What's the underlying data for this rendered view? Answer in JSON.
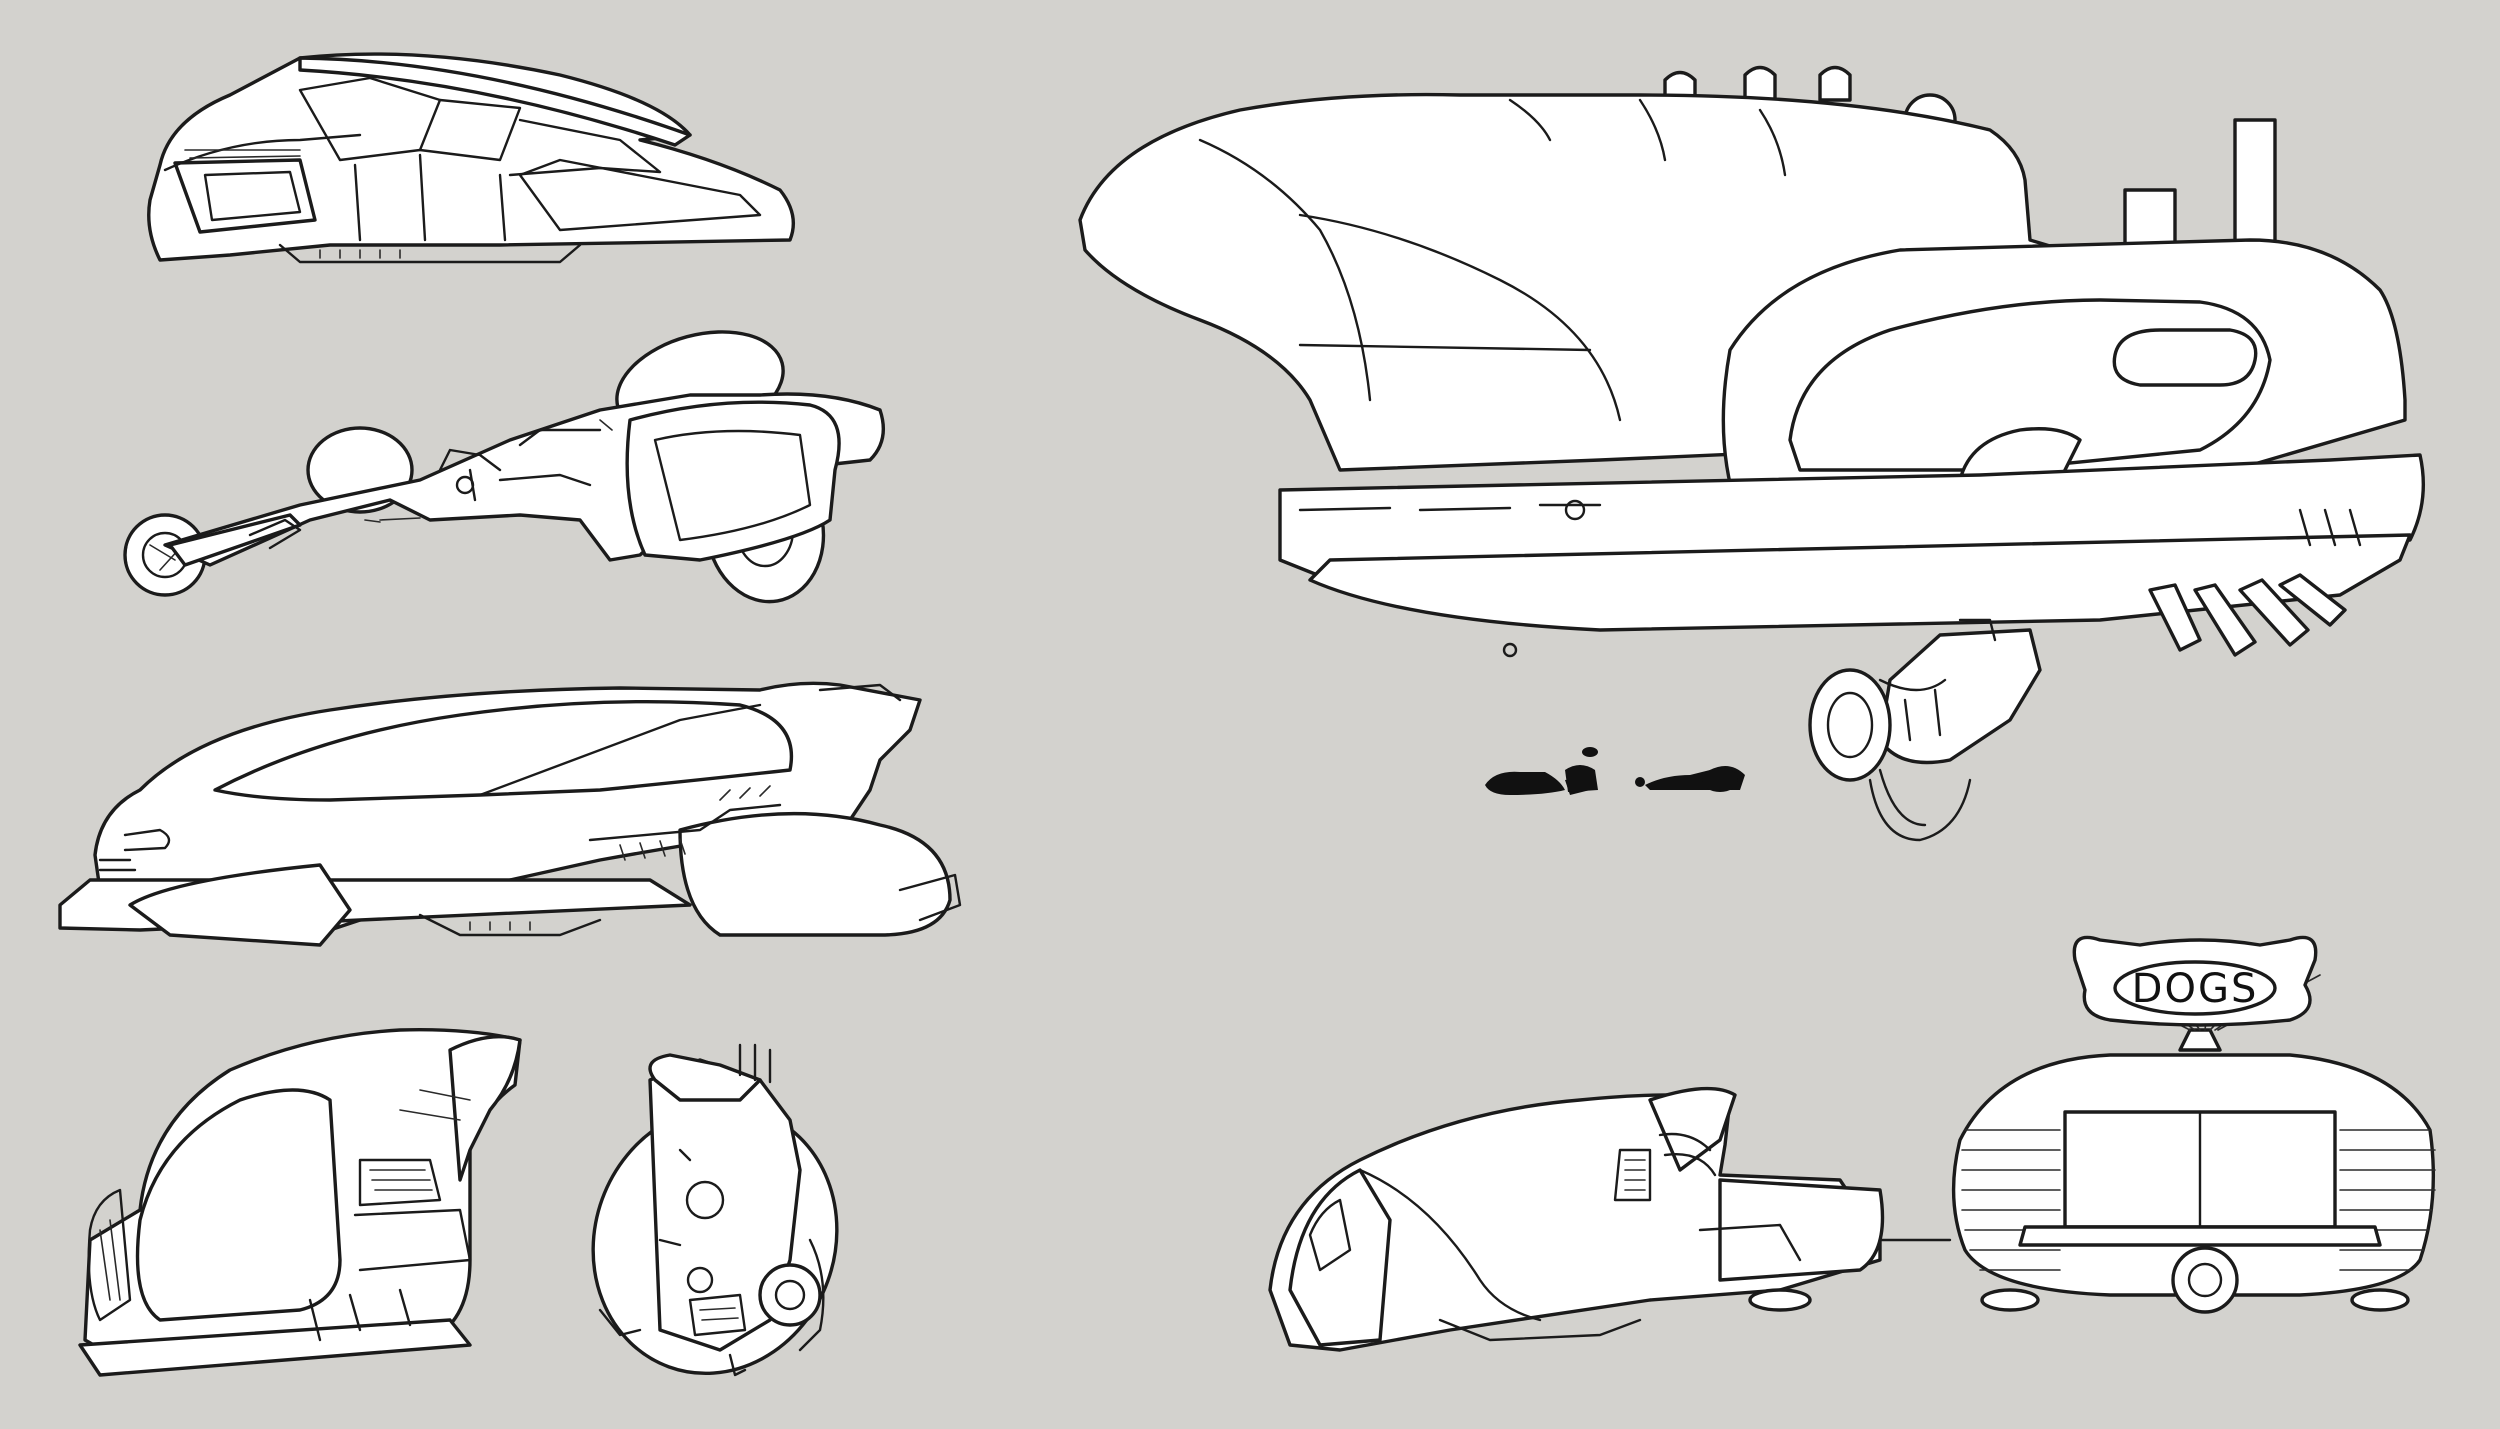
{
  "sheet": {
    "background": "#d3d2ce",
    "line_color": "#1b1b1b",
    "fill_color": "#ffffff"
  },
  "drawings": {
    "shuttle_pod": {
      "icon": "hover-shuttle-sketch"
    },
    "trike": {
      "icon": "three-wheel-bike-sketch"
    },
    "hover_car": {
      "icon": "hover-car-sketch"
    },
    "cab_pod": {
      "icon": "cab-pod-sketch"
    },
    "monowheel": {
      "icon": "monowheel-sketch"
    },
    "airship": {
      "icon": "flying-airship-sketch"
    },
    "scale_silhouettes": {
      "icon": "scale-silhouettes"
    },
    "food_truck": {
      "icon": "food-truck-with-trailer-sketch"
    }
  },
  "sign": {
    "label": "DOGS"
  }
}
